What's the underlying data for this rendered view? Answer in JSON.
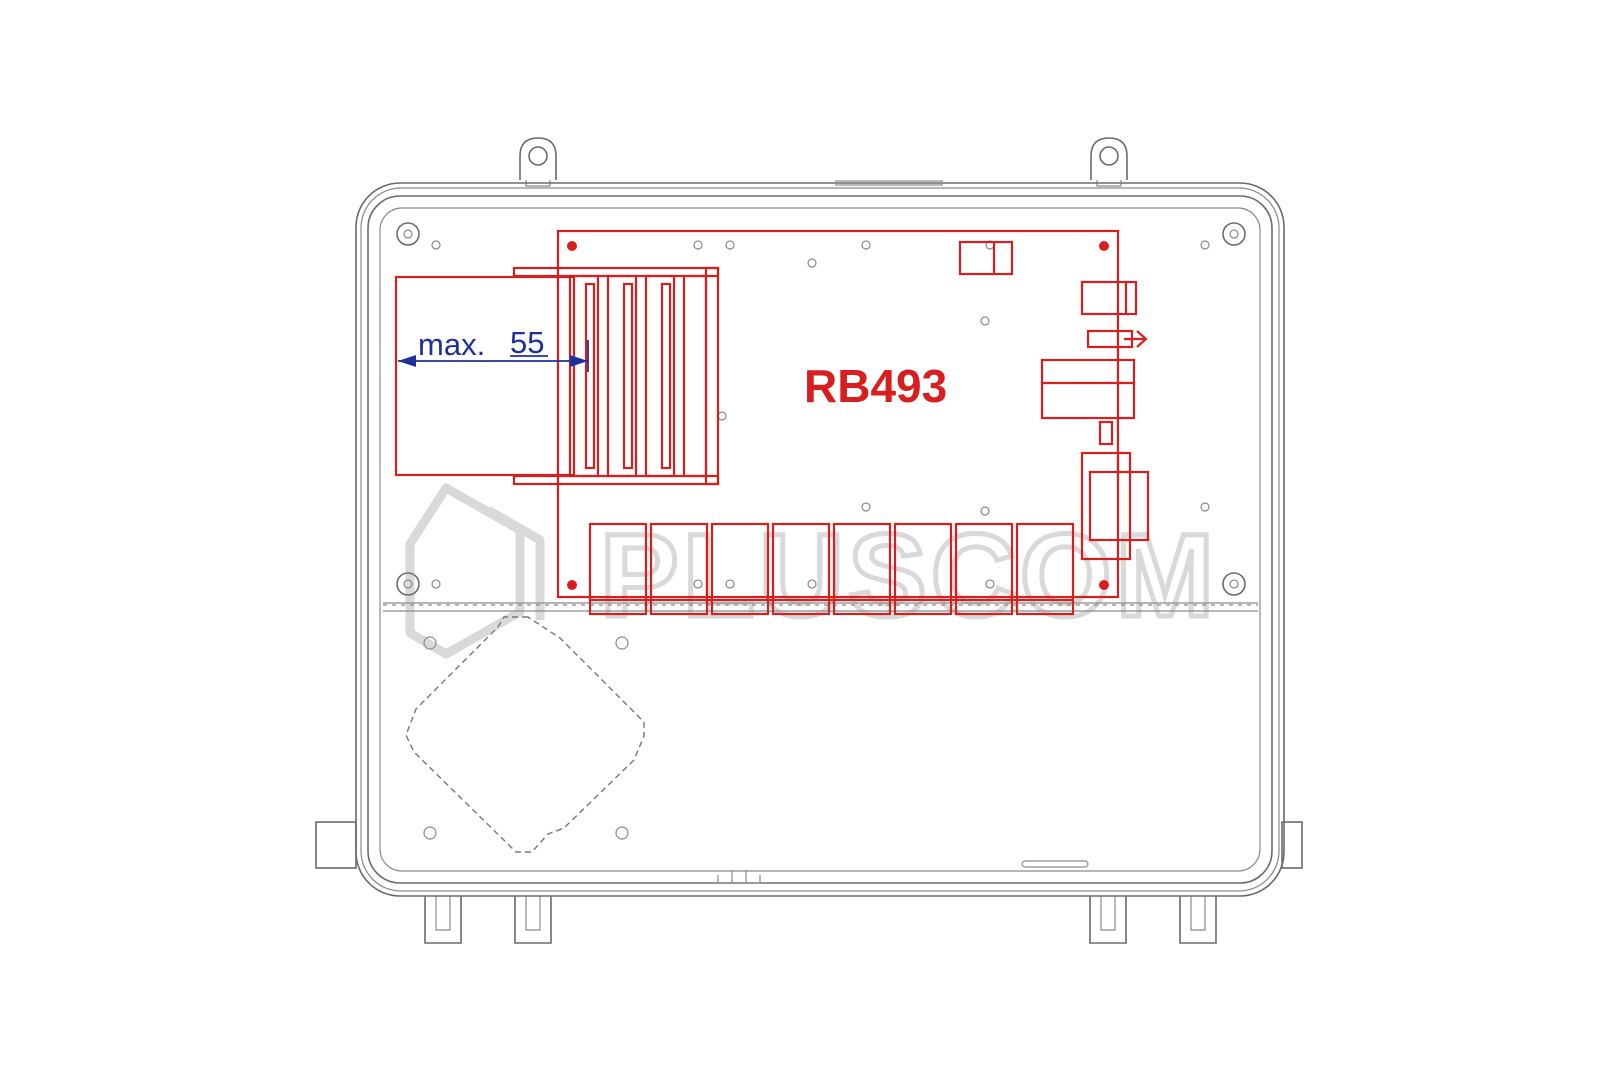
{
  "board": {
    "model": "RB493"
  },
  "dimension": {
    "prefix": "max.",
    "value": "55"
  },
  "watermark": {
    "text": "PLUSCOM"
  },
  "colors": {
    "board": "#d81f1f",
    "dimension": "#1f2f9c",
    "enclosure": "#6b6b6b",
    "watermark": "#d9d9d9"
  }
}
